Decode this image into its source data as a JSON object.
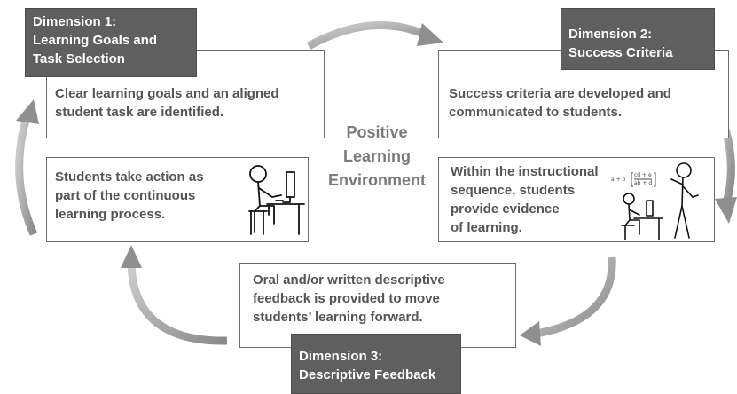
{
  "center": {
    "lines": [
      "Positive",
      "Learning",
      "Environment"
    ]
  },
  "dimensions": {
    "d1": {
      "line1": "Dimension 1:",
      "line2": "Learning Goals and",
      "line3": "Task Selection"
    },
    "d2": {
      "line1": "Dimension 2:",
      "line2": "Success Criteria"
    },
    "d3": {
      "line1": "Dimension 3:",
      "line2": "Descriptive Feedback"
    }
  },
  "boxes": {
    "goals": {
      "line1": "Clear learning goals and an aligned",
      "line2": "student task are identified."
    },
    "criteria": {
      "line1": "Success criteria are developed and",
      "line2": "communicated to students."
    },
    "evidence": {
      "line1": "Within the instructional",
      "line2": "sequence, students",
      "line3": "provide evidence",
      "line4": "of learning."
    },
    "feedback": {
      "line1": "Oral and/or written descriptive",
      "line2": "feedback is provided to move",
      "line3": "students’ learning forward."
    },
    "action": {
      "line1": "Students take action as",
      "line2": "part of the continuous",
      "line3": "learning process."
    }
  },
  "equation": {
    "lead": "a + b",
    "top": "cd + e",
    "bottom": "ab + d"
  },
  "colors": {
    "arrow": "#9a9a9a",
    "header": "#5f5f5f",
    "border": "#6a6a6a",
    "text": "#555555"
  },
  "icons": [
    "curved-arrow-icon",
    "student-at-computer-icon",
    "teacher-at-board-icon"
  ]
}
